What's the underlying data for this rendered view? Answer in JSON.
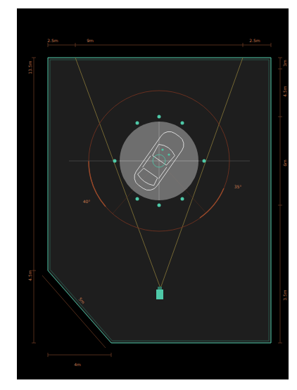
{
  "diagram": {
    "labels": [
      "2.5m",
      "9m",
      "2.5m",
      "13.5m",
      "3m",
      "4.5m",
      "6m",
      "40°",
      "35°",
      "4.5m",
      "5m",
      "3.5m",
      "4m"
    ]
  }
}
